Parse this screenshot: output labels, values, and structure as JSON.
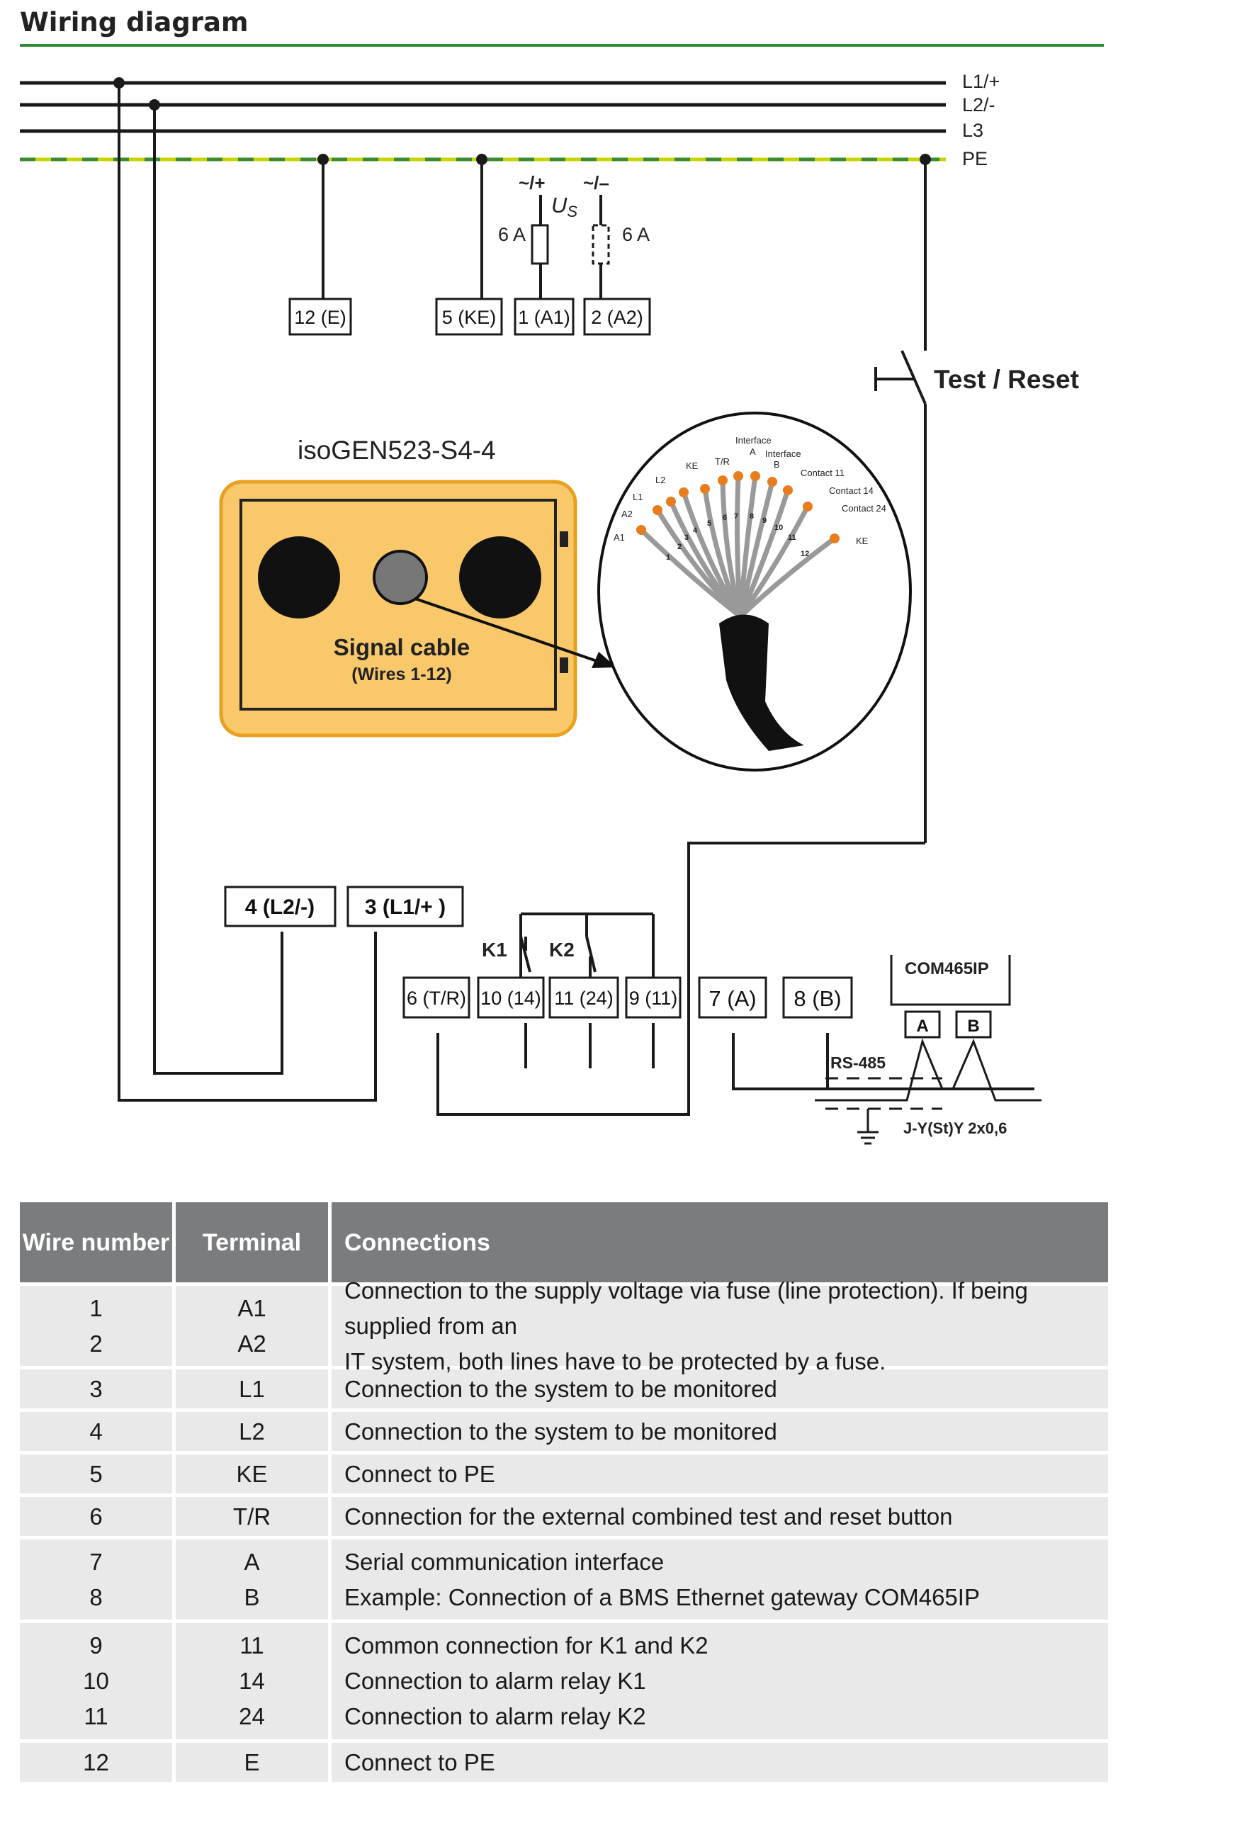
{
  "header": {
    "title": "Wiring diagram"
  },
  "colors": {
    "accent": "#2e8b35",
    "device_fill": "#f9c86b",
    "device_border": "#e8a01e",
    "pe_line": "#c8d400",
    "table_header": "#7a7c7d",
    "table_row": "#e9e9e9"
  },
  "diagram": {
    "lines": {
      "l1": "L1/+",
      "l2": "L2/-",
      "l3": "L3",
      "pe": "PE"
    },
    "supply": {
      "plus": "~/+",
      "minus": "~/–",
      "us_main": "U",
      "us_sub": "S",
      "fuse_left": "6 A",
      "fuse_right": "6 A"
    },
    "terminals": {
      "t12": "12 (E)",
      "t5": "5 (KE)",
      "t1": "1 (A1)",
      "t2": "2 (A2)",
      "t4": "4 (L2/-)",
      "t3": "3 (L1/+ )",
      "t6": "6 (T/R)",
      "t10": "10 (14)",
      "t11": "11 (24)",
      "t9": "9 (11)",
      "t7": "7 (A)",
      "t8": "8 (B)"
    },
    "test_reset": "Test / Reset",
    "device": {
      "name": "isoGEN523-S4-4",
      "cable_label": "Signal cable",
      "cable_sub": "(Wires 1-12)"
    },
    "cable_zoom": {
      "labels": [
        "A1",
        "A2",
        "L1",
        "L2",
        "KE",
        "T/R",
        "Interface",
        "A",
        "Interface",
        "B",
        "Contact 11",
        "Contact 14",
        "Contact 24",
        "KE"
      ],
      "wire_numbers": [
        "1",
        "2",
        "3",
        "4",
        "5",
        "6",
        "7",
        "8",
        "9",
        "10",
        "11",
        "12"
      ]
    },
    "relays": {
      "k1": "K1",
      "k2": "K2"
    },
    "com": {
      "device": "COM465IP",
      "a": "A",
      "b": "B",
      "bus": "RS-485",
      "cable": "J-Y(St)Y 2x0,6"
    }
  },
  "table": {
    "headers": [
      "Wire number",
      "Terminal",
      "Connections"
    ],
    "rows": [
      {
        "wires": [
          "1",
          "2"
        ],
        "terminals": [
          "A1",
          "A2"
        ],
        "lines": [
          "Connection to the supply voltage via fuse (line protection). If being supplied from an",
          "IT system, both lines have to be protected by a fuse."
        ]
      },
      {
        "wires": [
          "3"
        ],
        "terminals": [
          "L1"
        ],
        "lines": [
          "Connection to the system to be monitored"
        ]
      },
      {
        "wires": [
          "4"
        ],
        "terminals": [
          "L2"
        ],
        "lines": [
          "Connection to the system to be monitored"
        ]
      },
      {
        "wires": [
          "5"
        ],
        "terminals": [
          "KE"
        ],
        "lines": [
          "Connect to PE"
        ]
      },
      {
        "wires": [
          "6"
        ],
        "terminals": [
          "T/R"
        ],
        "lines": [
          "Connection for the external combined test and reset button"
        ]
      },
      {
        "wires": [
          "7",
          "8"
        ],
        "terminals": [
          "A",
          "B"
        ],
        "lines": [
          "Serial communication interface",
          "Example: Connection of a BMS Ethernet gateway COM465IP"
        ]
      },
      {
        "wires": [
          "9",
          "10",
          "11"
        ],
        "terminals": [
          "11",
          "14",
          "24"
        ],
        "lines": [
          "Common connection for K1 and K2",
          "Connection to alarm relay K1",
          "Connection to alarm relay K2"
        ]
      },
      {
        "wires": [
          "12"
        ],
        "terminals": [
          "E"
        ],
        "lines": [
          "Connect to PE"
        ]
      }
    ]
  }
}
